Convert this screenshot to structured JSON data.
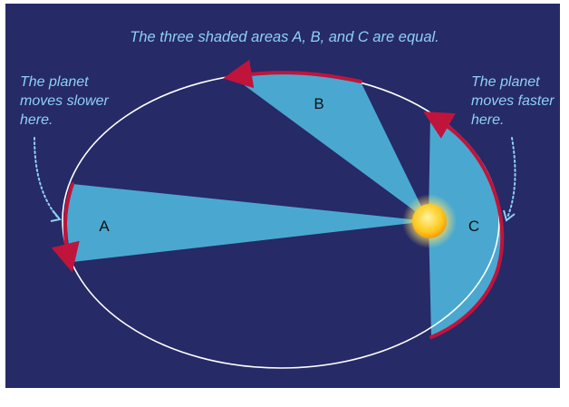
{
  "title": "The three shaded areas A, B, and C are equal.",
  "notes": {
    "slower": "The planet moves slower here.",
    "faster": "The planet moves faster here."
  },
  "areas": {
    "a": "A",
    "b": "B",
    "c": "C"
  },
  "colors": {
    "background": "#262a67",
    "orbit": "#ffffff",
    "shaded_area": "#4aa8d0",
    "arrow": "#c0143c",
    "caption_text": "#8fd0f2",
    "sun": "#ffd42a"
  },
  "icons": {
    "sun": "sun-icon",
    "arrow": "curved-arrow-icon"
  }
}
